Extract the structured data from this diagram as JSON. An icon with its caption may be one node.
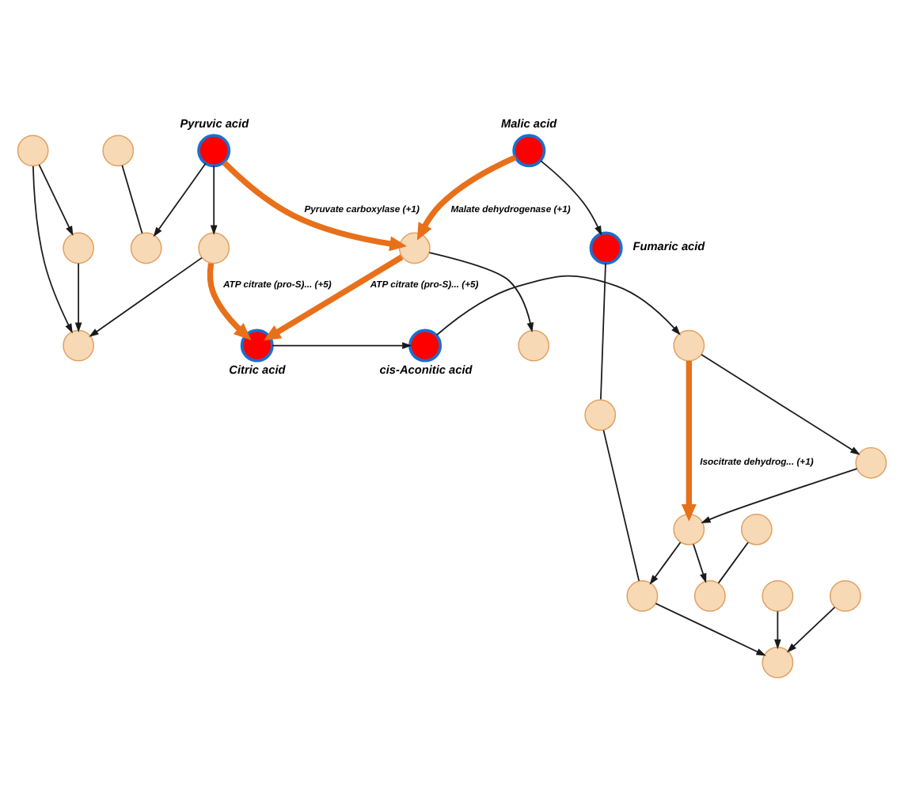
{
  "diagram": {
    "nodes": [
      {
        "text": [],
        "shape": "circle"
      },
      {
        "text": [],
        "shape": "circle"
      },
      {
        "text": [],
        "shape": "circle"
      },
      {
        "text": [],
        "shape": "circle"
      },
      {
        "text": [],
        "shape": "circle"
      },
      {
        "text": [],
        "shape": "circle",
        "beside": [
          "Pyruvic acid"
        ]
      },
      {
        "text": [],
        "shape": "circle"
      },
      {
        "text": [],
        "shape": "circle"
      },
      {
        "text": [],
        "shape": "circle"
      },
      {
        "text": [],
        "shape": "circle",
        "beside": [
          "Citric acid"
        ]
      },
      {
        "text": [],
        "shape": "circle",
        "beside": [
          "cis-Aconitic acid"
        ]
      },
      {
        "text": [],
        "shape": "circle"
      },
      {
        "text": [],
        "shape": "circle",
        "beside": [
          "Malic acid"
        ]
      },
      {
        "text": [],
        "shape": "circle"
      },
      {
        "text": [],
        "shape": "circle",
        "beside": [
          "Fumaric acid"
        ]
      },
      {
        "text": [],
        "shape": "circle"
      },
      {
        "text": [],
        "shape": "circle"
      },
      {
        "text": [],
        "shape": "circle"
      },
      {
        "text": [],
        "shape": "circle"
      },
      {
        "text": [],
        "shape": "circle"
      },
      {
        "text": [],
        "shape": "circle"
      },
      {
        "text": [],
        "shape": "circle"
      },
      {
        "text": [],
        "shape": "circle"
      }
    ],
    "edges": [
      {
        "from": 8,
        "to": 0,
        "arrow": "to"
      },
      {
        "from": 2,
        "to": 3,
        "arrow": "to"
      },
      {
        "from": 5,
        "to": 2,
        "arrow": "to"
      },
      {
        "from": 1,
        "to": 4,
        "arrow": "none"
      },
      {
        "from": 5,
        "to": 4,
        "arrow": "to"
      },
      {
        "from": 6,
        "to": 3,
        "arrow": "to"
      },
      {
        "from": 6,
        "to": 7,
        "arrow": "to"
      },
      {
        "from": 7,
        "to": 3,
        "arrow": "to"
      },
      {
        "from": 2,
        "to": 9,
        "arrow": "to",
        "label": "ATP citrate (pro-S)... (+5)",
        "style": "thick",
        "color": "#e8701a"
      },
      {
        "from": 8,
        "to": 9,
        "arrow": "to",
        "label": "ATP citrate (pro-S)... (+5)",
        "style": "thick",
        "color": "#e8701a"
      },
      {
        "from": 5,
        "to": 8,
        "arrow": "to",
        "label": "Pyruvate carboxylase (+1)",
        "style": "thick",
        "color": "#e8701a"
      },
      {
        "from": 12,
        "to": 8,
        "arrow": "to",
        "label": "Malate dehydrogenase (+1)",
        "style": "thick",
        "color": "#e8701a"
      },
      {
        "from": 9,
        "to": 10,
        "arrow": "to"
      },
      {
        "from": 10,
        "to": 11,
        "arrow": "to"
      },
      {
        "from": 11,
        "to": 13,
        "arrow": "to"
      },
      {
        "from": 11,
        "to": 20,
        "arrow": "to",
        "label": "Isocitrate dehydrog... (+1)",
        "style": "thick",
        "color": "#e8701a"
      },
      {
        "from": 13,
        "to": 20,
        "arrow": "to"
      },
      {
        "from": 20,
        "to": 19,
        "arrow": "to"
      },
      {
        "from": 15,
        "to": 19,
        "arrow": "none"
      },
      {
        "from": 20,
        "to": 17,
        "arrow": "to"
      },
      {
        "from": 17,
        "to": 18,
        "arrow": "to"
      },
      {
        "from": 21,
        "to": 18,
        "arrow": "to"
      },
      {
        "from": 22,
        "to": 18,
        "arrow": "to"
      },
      {
        "from": 16,
        "to": 17,
        "arrow": "none"
      },
      {
        "from": 12,
        "to": 14,
        "arrow": "to"
      },
      {
        "from": 14,
        "to": 16,
        "arrow": "none"
      }
    ]
  }
}
